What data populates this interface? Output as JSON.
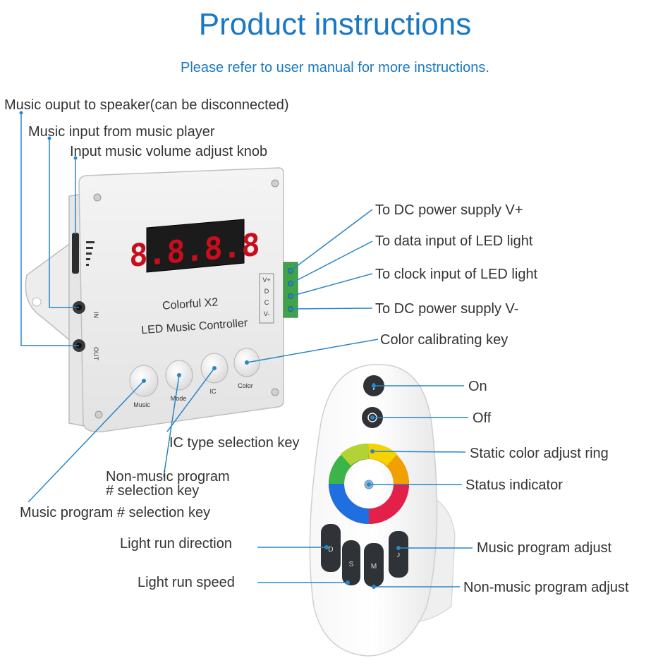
{
  "title": "Product instructions",
  "subtitle": "Please refer to user manual for more instructions.",
  "labels": {
    "music_output": "Music ouput to speaker(can be disconnected)",
    "music_input": "Music input from music player",
    "volume_knob": "Input music volume adjust knob",
    "dc_vplus": "To DC power supply V+",
    "data_input": "To data input of LED light",
    "clock_input": "To clock input of LED light",
    "dc_vminus": "To DC power supply V-",
    "color_key": "Color calibrating key",
    "ic_type_key": "IC type selection key",
    "non_music_key_line1": "Non-music program",
    "non_music_key_line2": "# selection key",
    "music_key": "Music program # selection key",
    "on": "On",
    "off": "Off",
    "color_ring": "Static color adjust ring",
    "status_indicator": "Status indicator",
    "run_direction": "Light run direction",
    "music_adjust": "Music program adjust",
    "run_speed": "Light run speed",
    "non_music_adjust": "Non-music program adjust"
  },
  "device": {
    "brand": "Colorful  X2",
    "name": "LED Music Controller",
    "display": "8.8.8.8",
    "buttons": [
      "Music",
      "Mode",
      "IC",
      "Color"
    ],
    "terminals": [
      "V+",
      "D",
      "C",
      "V-"
    ],
    "jacks": [
      "IN",
      "OUT"
    ]
  },
  "remote": {
    "on_symbol": "I",
    "off_symbol": "O",
    "left_key": "D",
    "speed_key": "S",
    "mode_key": "M"
  },
  "colors": {
    "accent": "#1a78c2",
    "leader": "#2a86c8",
    "terminal": "#3fa34d"
  }
}
